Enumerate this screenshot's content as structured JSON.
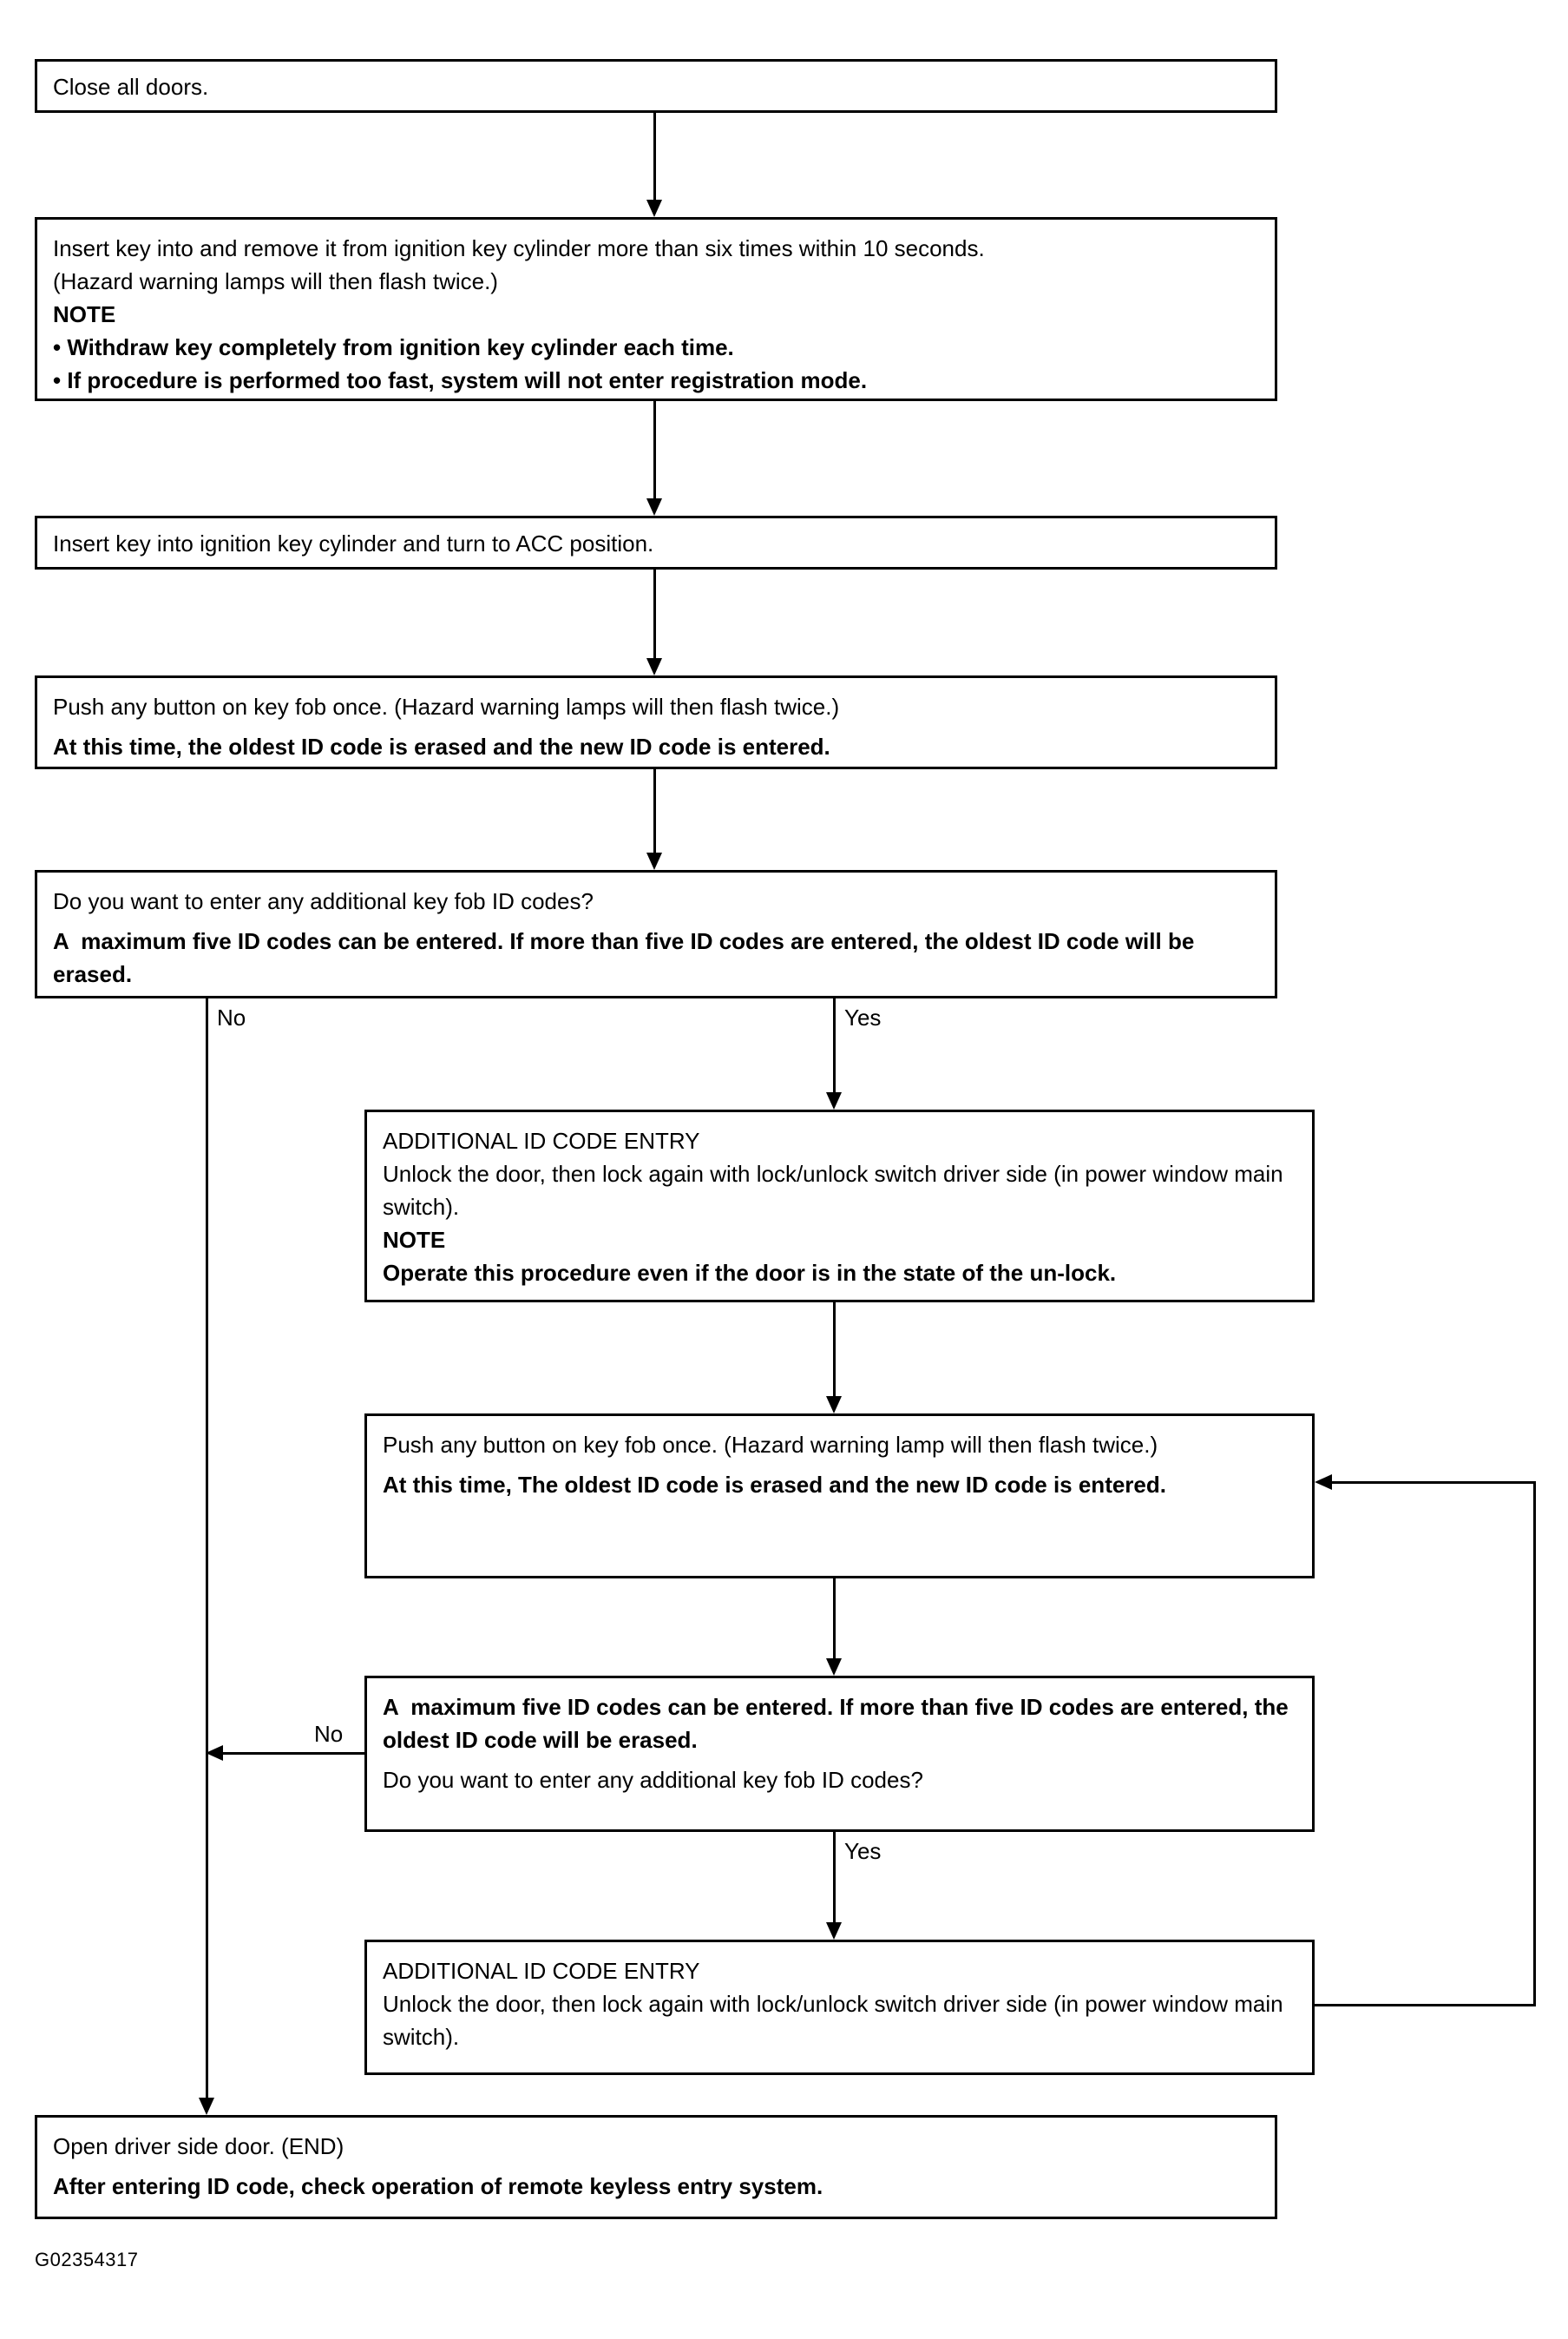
{
  "figure": {
    "code": "G02354317"
  },
  "nodes": {
    "close_doors": {
      "lines": [
        {
          "text": "Close all doors.",
          "bold": false
        }
      ]
    },
    "insert_remove_key": {
      "lines": [
        {
          "text": "Insert key into and remove it from ignition key cylinder more than six times within 10 seconds.",
          "bold": false
        },
        {
          "text": "(Hazard warning lamps will then flash twice.)",
          "bold": false
        },
        {
          "text": "NOTE",
          "bold": true
        },
        {
          "text": "• Withdraw key completely from ignition key cylinder each time.",
          "bold": true
        },
        {
          "text": "• If procedure is performed too fast, system will not enter registration mode.",
          "bold": true
        }
      ]
    },
    "turn_acc": {
      "lines": [
        {
          "text": "Insert key into ignition key cylinder and turn to ACC position.",
          "bold": false
        }
      ]
    },
    "push_button_first": {
      "lines": [
        {
          "text": "Push any button on key fob once. (Hazard warning lamps will then flash twice.)",
          "bold": false
        },
        {
          "text": "At this time, the oldest ID code is erased and the new ID code is entered.",
          "bold": true
        }
      ]
    },
    "decision_first": {
      "lines": [
        {
          "text": "Do you want to enter any additional key fob ID codes?",
          "bold": false
        },
        {
          "text": "A  maximum five ID codes can be entered. If more than five ID codes are entered, the oldest ID code will be erased.",
          "bold": true
        }
      ]
    },
    "additional_entry_first": {
      "lines": [
        {
          "text": "ADDITIONAL ID CODE ENTRY",
          "bold": false
        },
        {
          "text": "Unlock the door, then lock again with lock/unlock switch driver side (in power window main switch).",
          "bold": false
        },
        {
          "text": "NOTE",
          "bold": true
        },
        {
          "text": "Operate this procedure even if the door is in the state of the un-lock.",
          "bold": true
        }
      ]
    },
    "push_button_second": {
      "lines": [
        {
          "text": "Push any button on key fob once. (Hazard warning lamp will then flash twice.)",
          "bold": false
        },
        {
          "text": "At this time, The oldest ID code is erased and the new ID code is entered.",
          "bold": true
        }
      ]
    },
    "decision_second": {
      "lines": [
        {
          "text": "A  maximum five ID codes can be entered. If more than five ID codes are entered, the oldest ID code will be erased.",
          "bold": true
        },
        {
          "text": "Do you want to enter any additional key fob ID codes?",
          "bold": false
        }
      ]
    },
    "additional_entry_second": {
      "lines": [
        {
          "text": "ADDITIONAL ID CODE ENTRY",
          "bold": false
        },
        {
          "text": "Unlock the door, then lock again with lock/unlock switch driver side (in power window main switch).",
          "bold": false
        }
      ]
    },
    "open_door_end": {
      "lines": [
        {
          "text": "Open driver side door. (END)",
          "bold": false
        },
        {
          "text": "After entering ID code, check operation of remote keyless entry system.",
          "bold": true
        }
      ]
    }
  },
  "edge_labels": {
    "decision_first_no": "No",
    "decision_first_yes": "Yes",
    "decision_second_no": "No",
    "decision_second_yes": "Yes"
  }
}
